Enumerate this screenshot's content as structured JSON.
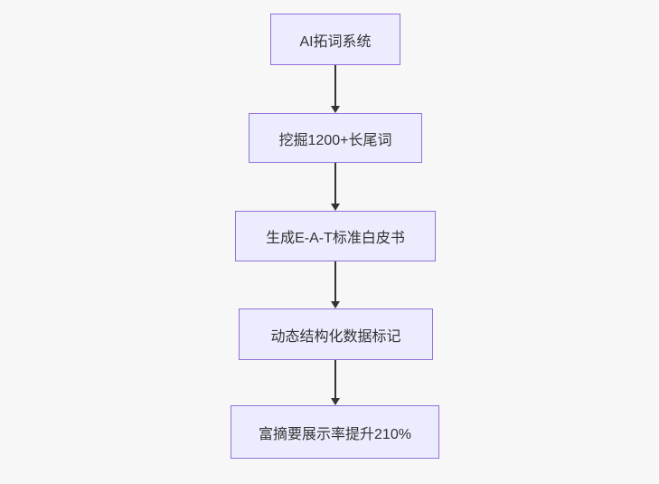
{
  "diagram": {
    "type": "flowchart",
    "direction": "top-down",
    "nodes": [
      {
        "label": "AI拓词系统"
      },
      {
        "label": "挖掘1200+长尾词"
      },
      {
        "label": "生成E-A-T标准白皮书"
      },
      {
        "label": "动态结构化数据标记"
      },
      {
        "label": "富摘要展示率提升210%"
      }
    ],
    "edges": [
      {
        "from": "AI拓词系统",
        "to": "挖掘1200+长尾词",
        "style": "arrow-down"
      },
      {
        "from": "挖掘1200+长尾词",
        "to": "生成E-A-T标准白皮书",
        "style": "arrow-down"
      },
      {
        "from": "生成E-A-T标准白皮书",
        "to": "动态结构化数据标记",
        "style": "arrow-down"
      },
      {
        "from": "动态结构化数据标记",
        "to": "富摘要展示率提升210%",
        "style": "arrow-down"
      }
    ],
    "colors": {
      "node_fill": "#ECECFF",
      "node_border": "#9370DB",
      "node_text": "#333333",
      "arrow": "#333333",
      "background": "#F7F7F7"
    }
  }
}
